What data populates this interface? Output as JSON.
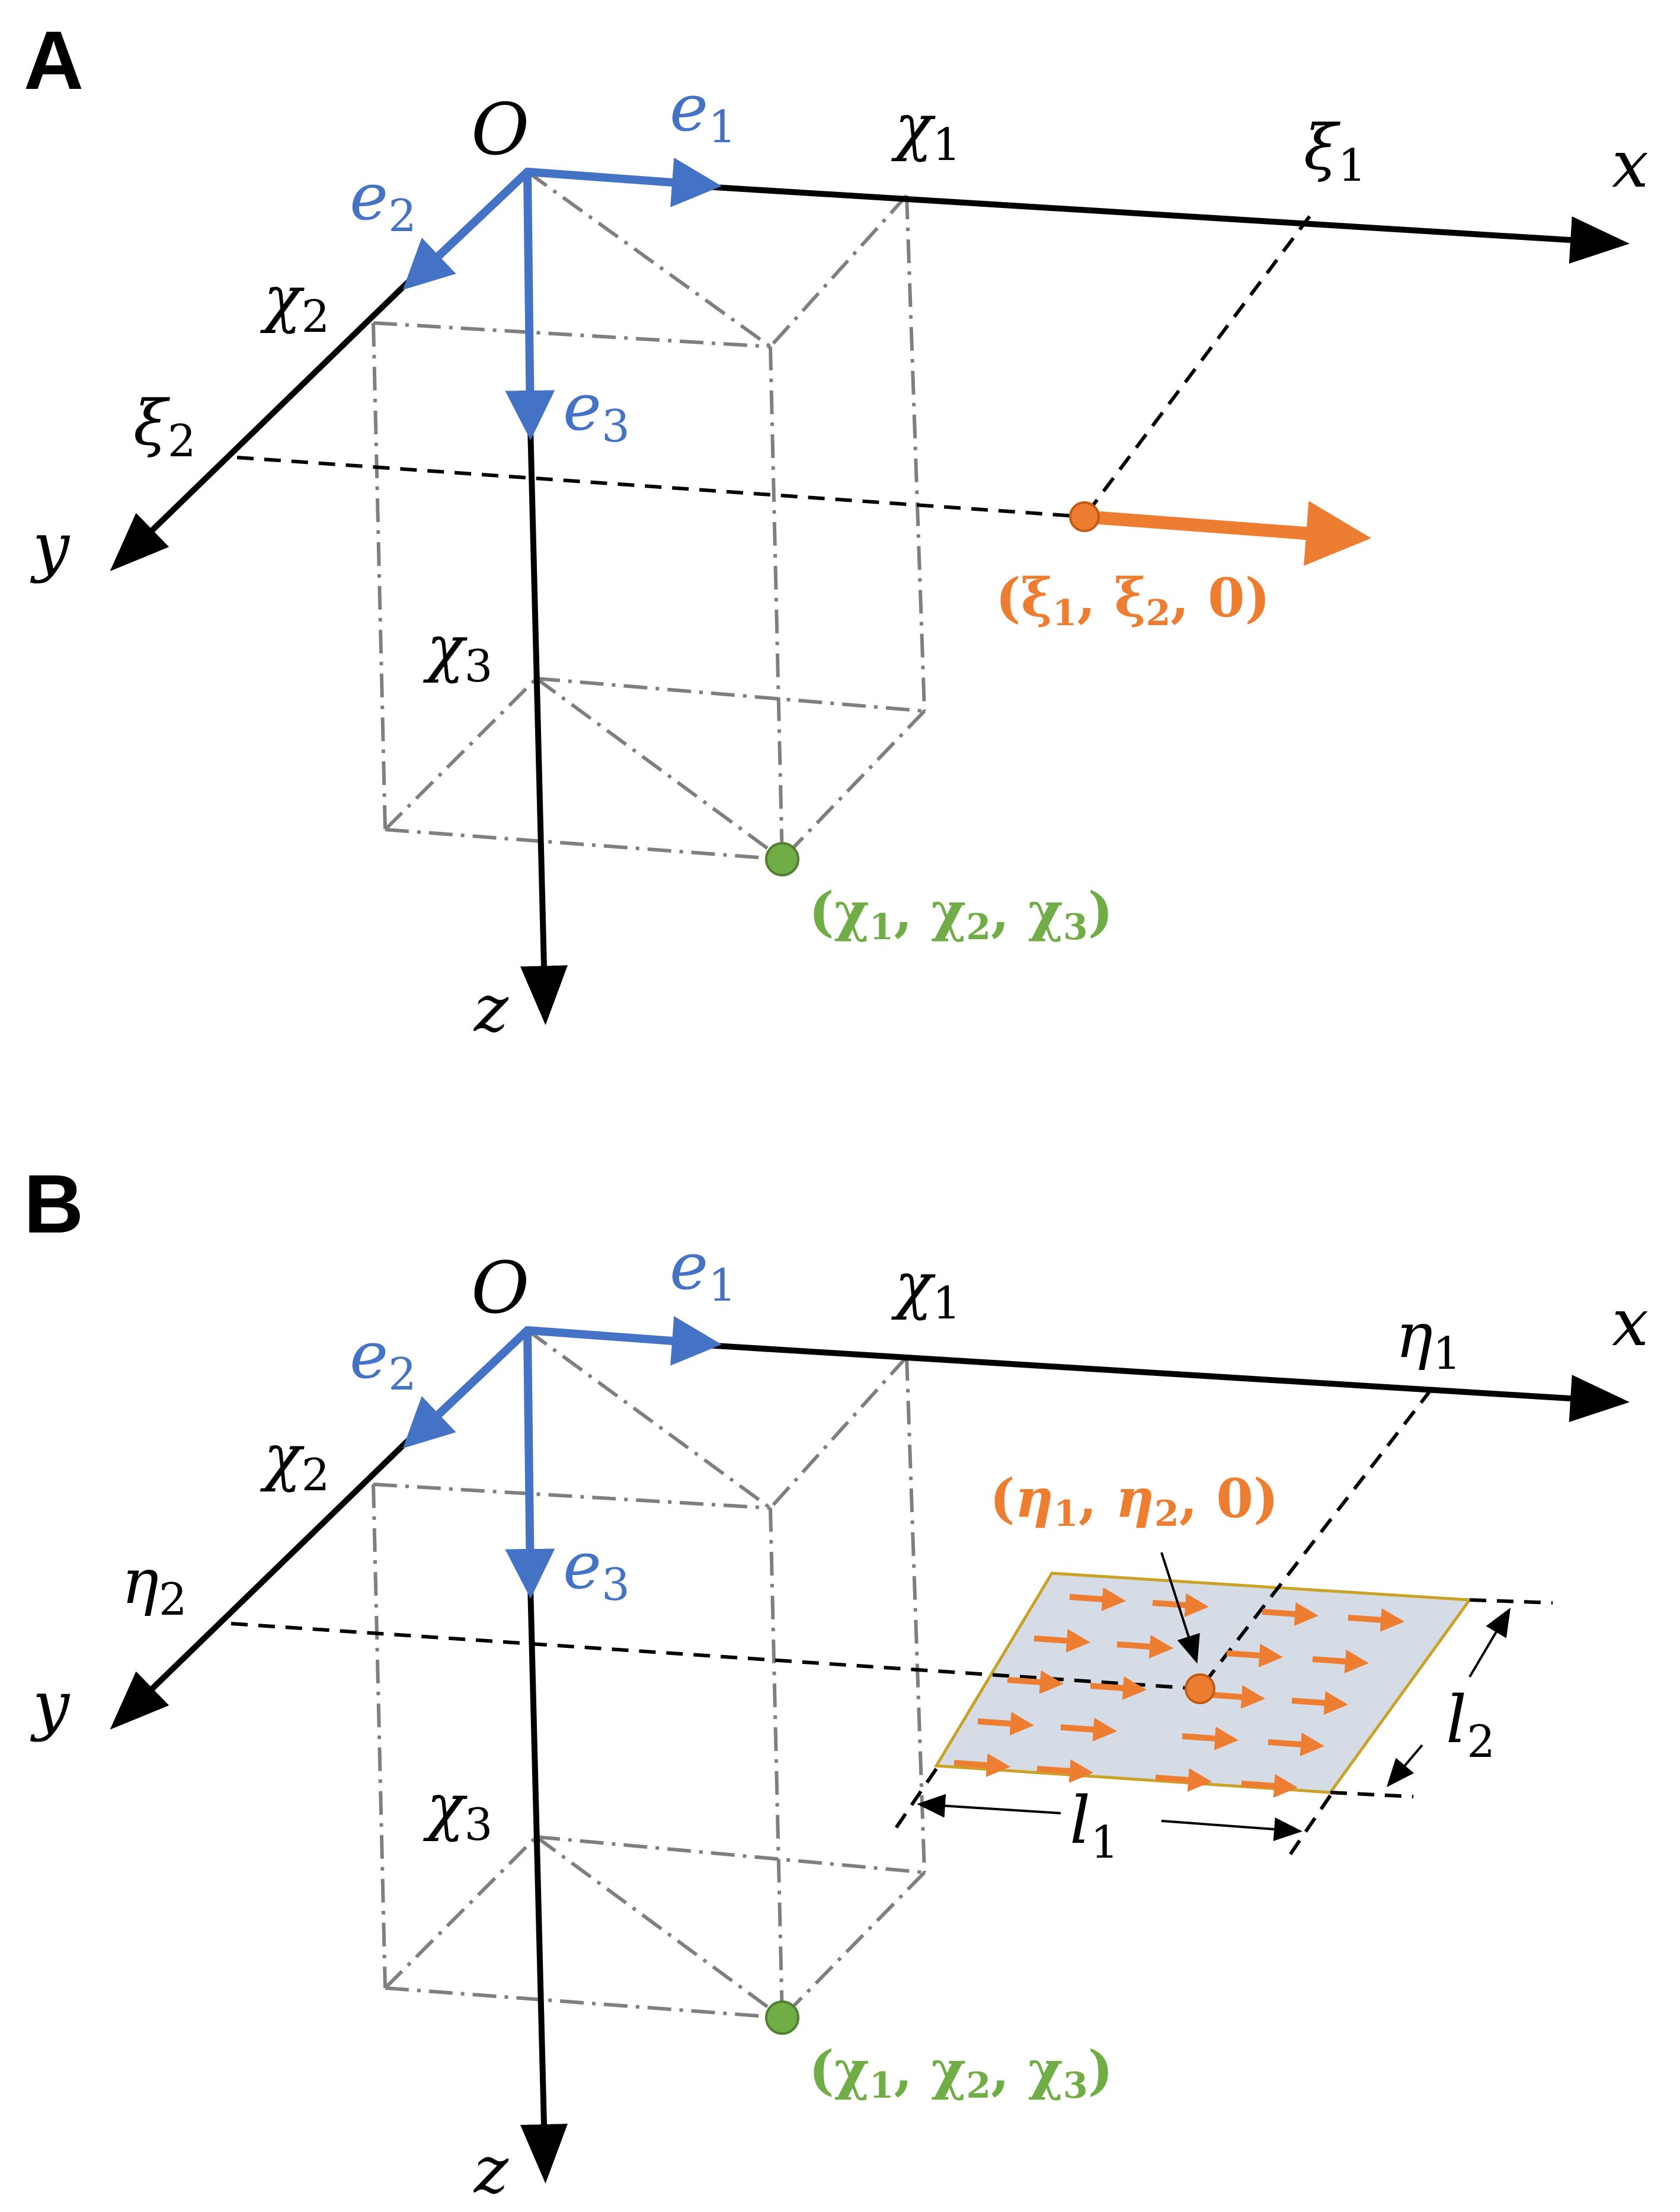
{
  "colors": {
    "axis": "#000000",
    "basis": "#4472C4",
    "source": "#ED7D31",
    "receiver": "#70AD47",
    "guide": "#7F7F7F",
    "plate_fill": "#D6DCE5",
    "plate_edge": "#C9A227"
  },
  "panel_a": {
    "letter": "A",
    "origin": "O",
    "axis_x": "x",
    "axis_y": "y",
    "axis_z": "z",
    "basis": {
      "e1": {
        "base": "e",
        "sub": "1"
      },
      "e2": {
        "base": "e",
        "sub": "2"
      },
      "e3": {
        "base": "e",
        "sub": "3"
      }
    },
    "ticks": {
      "chi1": {
        "base": "χ",
        "sub": "1"
      },
      "chi2": {
        "base": "χ",
        "sub": "2"
      },
      "chi3": {
        "base": "χ",
        "sub": "3"
      },
      "xi1": {
        "base": "ξ",
        "sub": "1"
      },
      "xi2": {
        "base": "ξ",
        "sub": "2"
      }
    },
    "source_point": {
      "open": "(",
      "a": "ξ",
      "a_sub": "1",
      "b": "ξ",
      "b_sub": "2",
      "c": "0",
      "close": ")"
    },
    "receiver_point": {
      "open": "(",
      "a": "χ",
      "a_sub": "1",
      "b": "χ",
      "b_sub": "2",
      "c": "χ",
      "c_sub": "3",
      "close": ")"
    }
  },
  "panel_b": {
    "letter": "B",
    "origin": "O",
    "axis_x": "x",
    "axis_y": "y",
    "axis_z": "z",
    "basis": {
      "e1": {
        "base": "e",
        "sub": "1"
      },
      "e2": {
        "base": "e",
        "sub": "2"
      },
      "e3": {
        "base": "e",
        "sub": "3"
      }
    },
    "ticks": {
      "chi1": {
        "base": "χ",
        "sub": "1"
      },
      "chi2": {
        "base": "χ",
        "sub": "2"
      },
      "chi3": {
        "base": "χ",
        "sub": "3"
      },
      "eta1": {
        "base": "η",
        "sub": "1"
      },
      "eta2": {
        "base": "η",
        "sub": "2"
      }
    },
    "plate_center": {
      "open": "(",
      "a": "η",
      "a_sub": "1",
      "b": "η",
      "b_sub": "2",
      "c": "0",
      "close": ")"
    },
    "receiver_point": {
      "open": "(",
      "a": "χ",
      "a_sub": "1",
      "b": "χ",
      "b_sub": "2",
      "c": "χ",
      "c_sub": "3",
      "close": ")"
    },
    "dims": {
      "l1": {
        "base": "l",
        "sub": "1"
      },
      "l2": {
        "base": "l",
        "sub": "2"
      }
    }
  }
}
